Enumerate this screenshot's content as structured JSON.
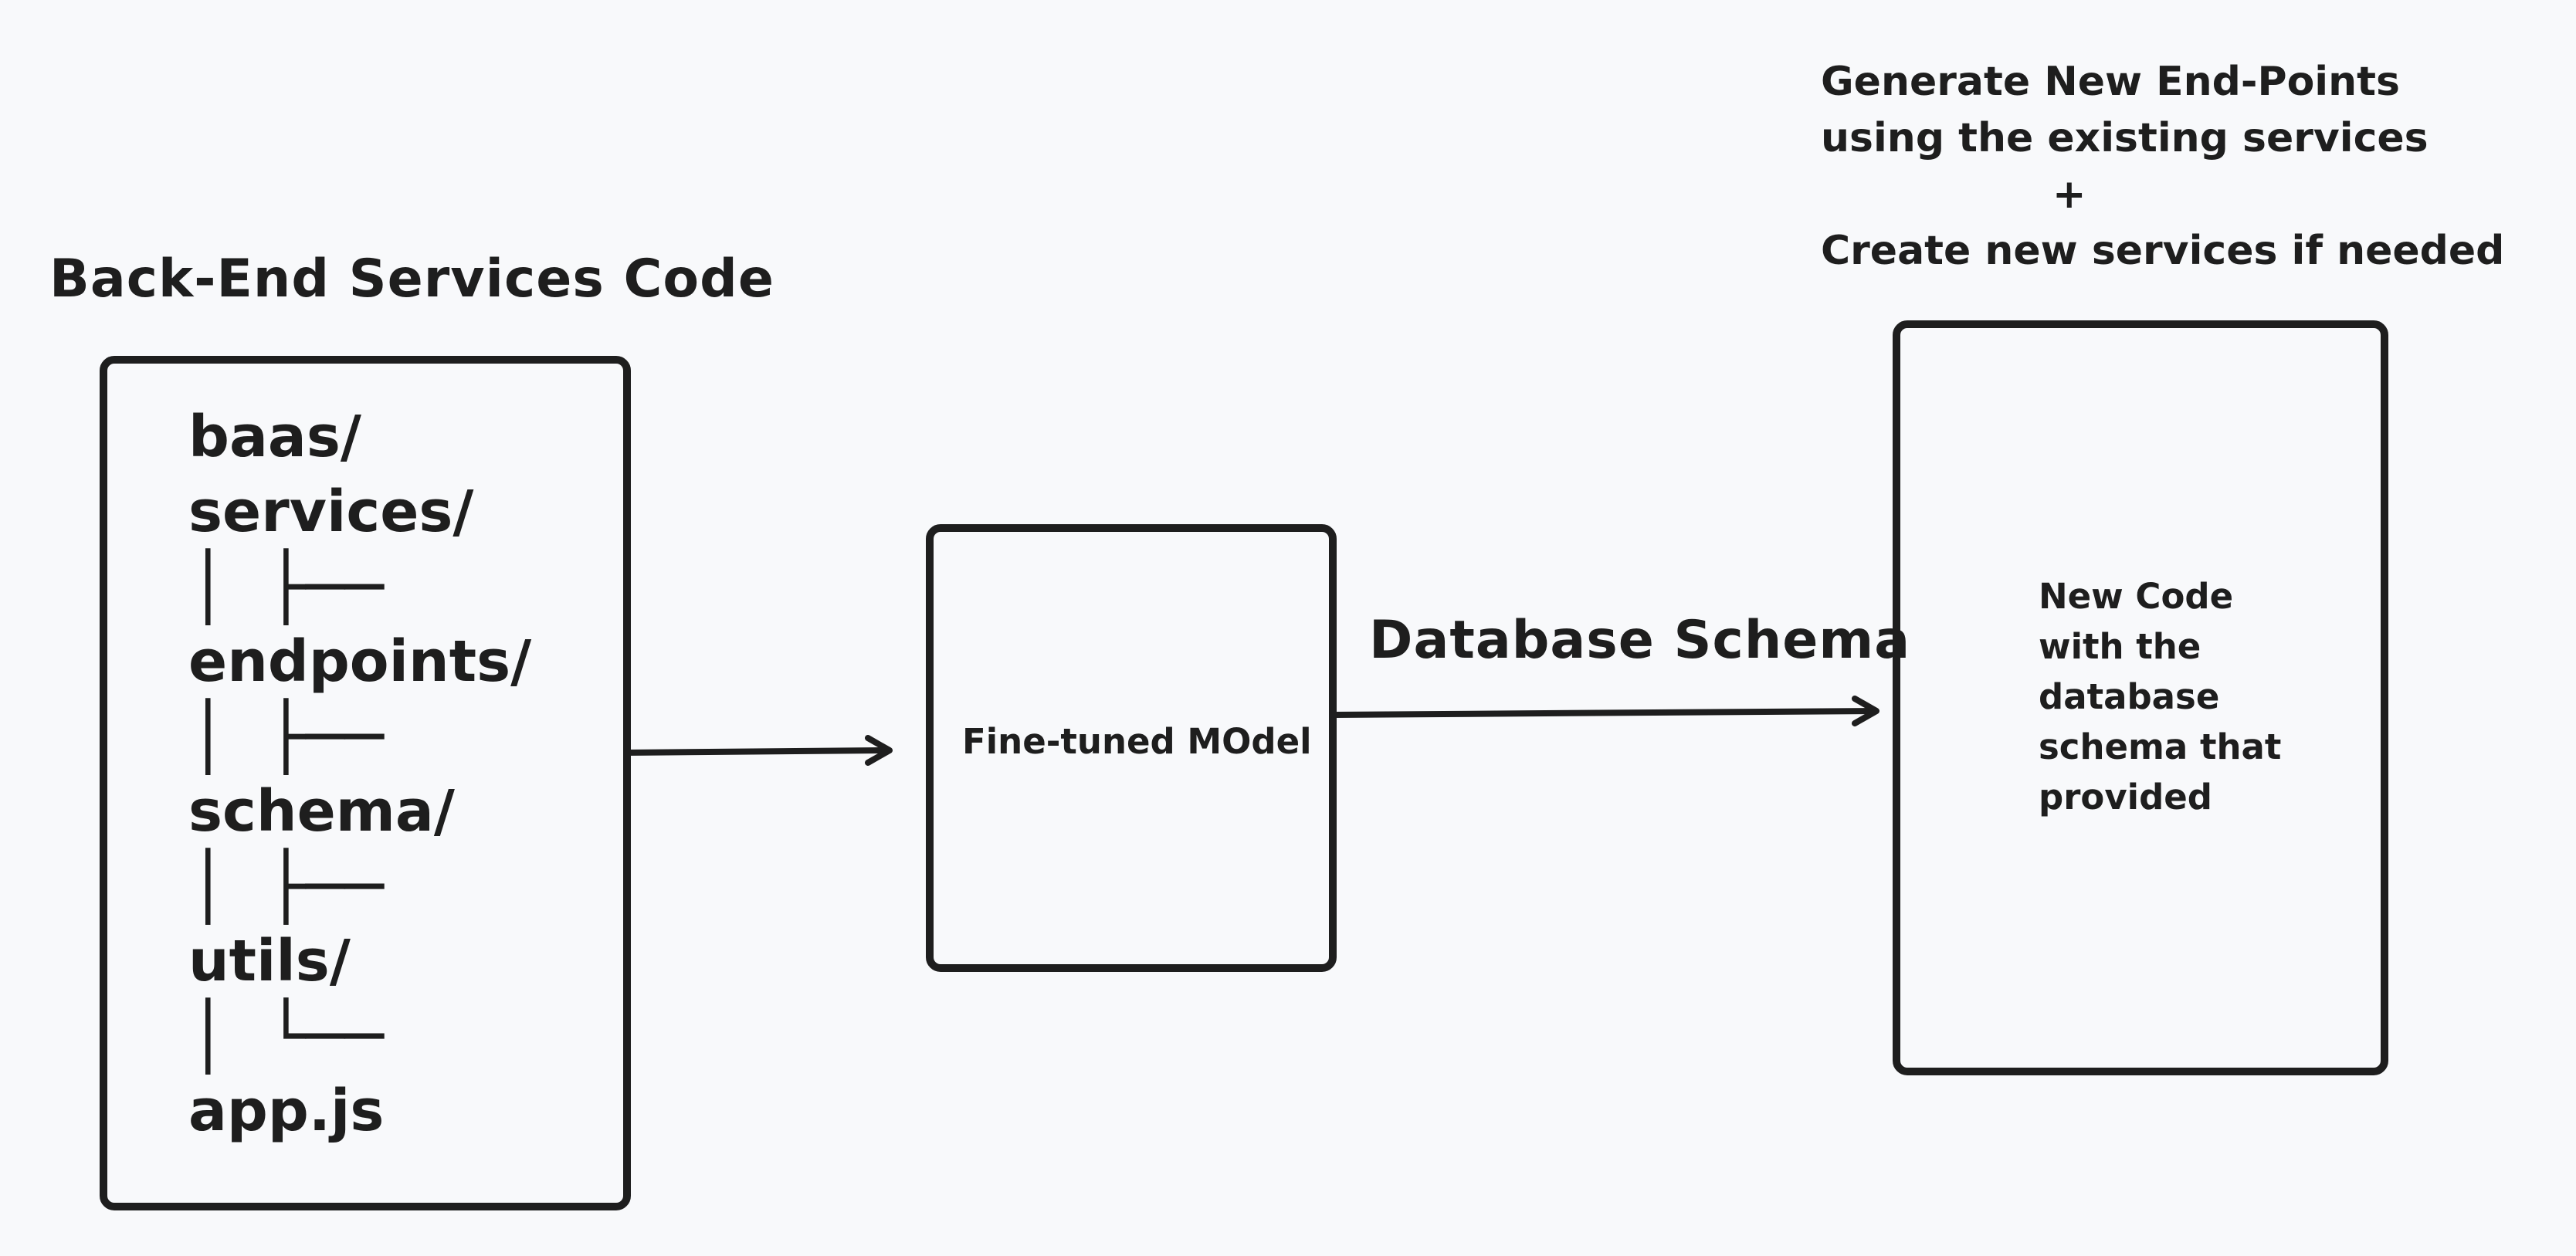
{
  "diagram": {
    "left_title": "Back-End Services Code",
    "tree_lines": [
      "baas/",
      "services/",
      "│   ├──",
      "endpoints/",
      "│   ├──",
      "schema/",
      "│   ├──",
      "utils/",
      "│   └──",
      "app.js"
    ],
    "model_label": "Fine-tuned MOdel",
    "edge_label": "Database Schema",
    "top_note": {
      "line1": "Generate New End-Points",
      "line2": "using the existing services",
      "line3": "+",
      "line4": "Create new services if needed"
    },
    "output_lines": [
      "New Code",
      "with the",
      "database",
      "schema that",
      "provided"
    ]
  },
  "colors": {
    "background": "#f8f9fb",
    "stroke": "#1e1e1e"
  }
}
